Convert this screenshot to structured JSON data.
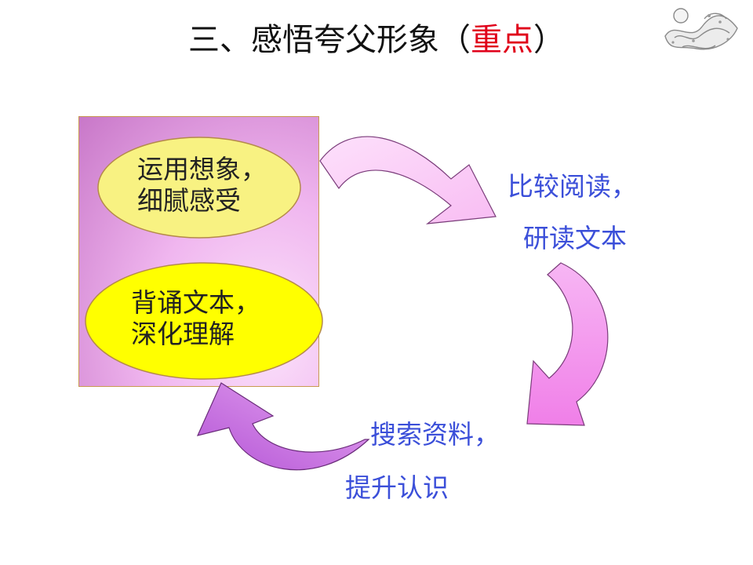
{
  "slide": {
    "title_prefix": "三、感悟夸父形象（",
    "title_highlight": "重点",
    "title_suffix": "）"
  },
  "cycle": {
    "ellipse_top": {
      "line1": "运用想象，",
      "line2": "细腻感受"
    },
    "ellipse_bottom": {
      "line1": "背诵文本，",
      "line2": "深化理解"
    },
    "step_right": {
      "line1": "比较阅读，",
      "line2": "研读文本"
    },
    "step_bottom": {
      "line1": "搜索资料，",
      "line2": "提升认识"
    }
  },
  "colors": {
    "title_highlight": "#e0001a",
    "step_text": "#3b4fd9",
    "ellipse_top_fill": "#f8f282",
    "ellipse_bottom_fill": "#ffff00",
    "arrow_light": "#fbc8f7",
    "arrow_mid": "#f49af0",
    "arrow_dark": "#c060d8"
  },
  "icons": {
    "corner_logo": "dragon-logo-icon"
  }
}
